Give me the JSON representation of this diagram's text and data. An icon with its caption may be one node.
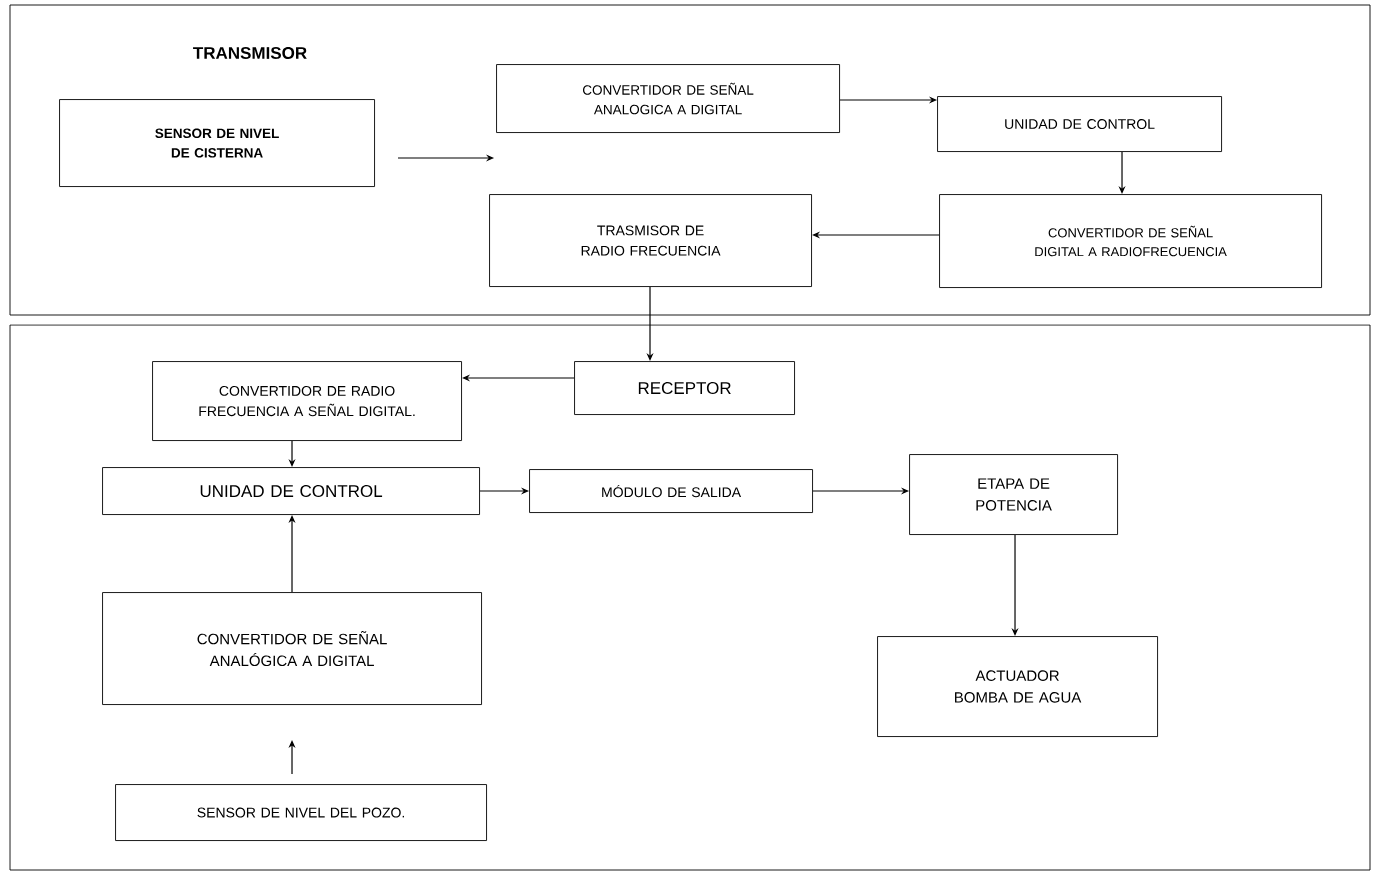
{
  "diagram": {
    "nodes": [
      {
        "text": [
          "TRANSMISOR"
        ]
      },
      {
        "text": [
          "SENSOR DE NIVEL DE CISTERNA"
        ],
        "in": 0
      },
      {
        "text": [
          "CONVERTIDOR DE SEÑAL ANALOGICA A DIGITAL"
        ],
        "in": 0
      },
      {
        "text": [
          "UNIDAD DE CONTROL"
        ],
        "in": 0
      },
      {
        "text": [
          "CONVERTIDOR DE SEÑAL DIGITAL A RADIOFRECUENCIA"
        ],
        "in": 0
      },
      {
        "text": [
          "TRASMISOR DE RADIO FRECUENCIA"
        ],
        "in": 0
      },
      {
        "text": [],
        "shape": "box"
      },
      {
        "text": [
          "RECEPTOR"
        ],
        "in": 6
      },
      {
        "text": [
          "CONVERTIDOR DE RADIO FRECUENCIA A SEÑAL DIGITAL."
        ],
        "in": 6
      },
      {
        "text": [
          "UNIDAD DE CONTROL"
        ],
        "in": 6
      },
      {
        "text": [
          "MÓDULO DE SALIDA"
        ],
        "in": 6
      },
      {
        "text": [
          "ETAPA DE POTENCIA"
        ],
        "in": 6
      },
      {
        "text": [
          "CONVERTIDOR DE SEÑAL ANALÓGICA A DIGITAL"
        ],
        "in": 6
      },
      {
        "text": [
          "ACTUADOR BOMBA DE AGUA"
        ],
        "in": 6
      },
      {
        "text": [
          "SENSOR DE NIVEL DEL POZO."
        ],
        "in": 6
      }
    ],
    "edges": [
      {
        "from": 1,
        "to": 2,
        "arrow": "to"
      },
      {
        "from": 2,
        "to": 3,
        "arrow": "to"
      },
      {
        "from": 3,
        "to": 4,
        "arrow": "to"
      },
      {
        "from": 4,
        "to": 5,
        "arrow": "to"
      },
      {
        "from": 5,
        "to": 7,
        "arrow": "to"
      },
      {
        "from": 7,
        "to": 8,
        "arrow": "to"
      },
      {
        "from": 8,
        "to": 9,
        "arrow": "to"
      },
      {
        "from": 12,
        "to": 9,
        "arrow": "to"
      },
      {
        "from": 14,
        "to": 12,
        "arrow": "to"
      },
      {
        "from": 9,
        "to": 10,
        "arrow": "to"
      },
      {
        "from": 10,
        "to": 11,
        "arrow": "to"
      },
      {
        "from": 11,
        "to": 13,
        "arrow": "to"
      }
    ]
  }
}
